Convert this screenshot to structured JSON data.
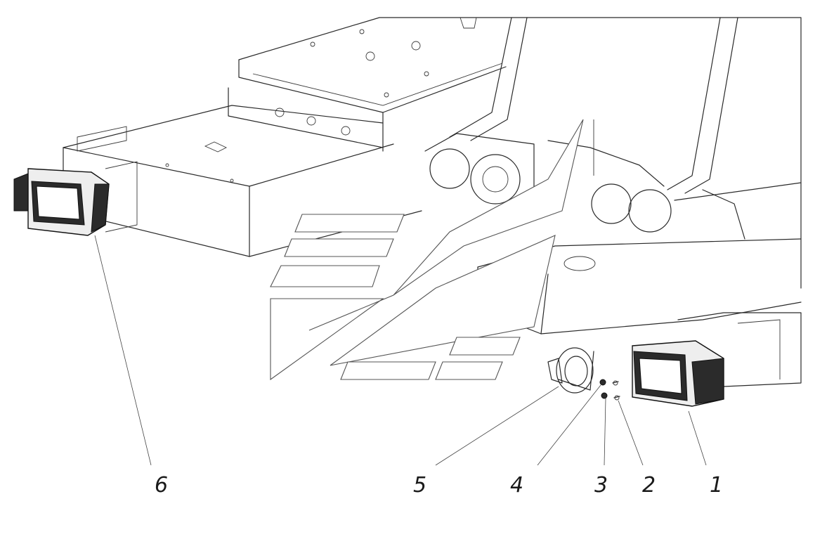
{
  "callouts": [
    {
      "id": "6",
      "label": "6"
    },
    {
      "id": "5",
      "label": "5"
    },
    {
      "id": "4",
      "label": "4"
    },
    {
      "id": "3",
      "label": "3"
    },
    {
      "id": "2",
      "label": "2"
    },
    {
      "id": "1",
      "label": "1"
    }
  ],
  "colors": {
    "line": "#2a2a2a",
    "background": "#ffffff",
    "lamp_dark": "#2b2b2b"
  }
}
